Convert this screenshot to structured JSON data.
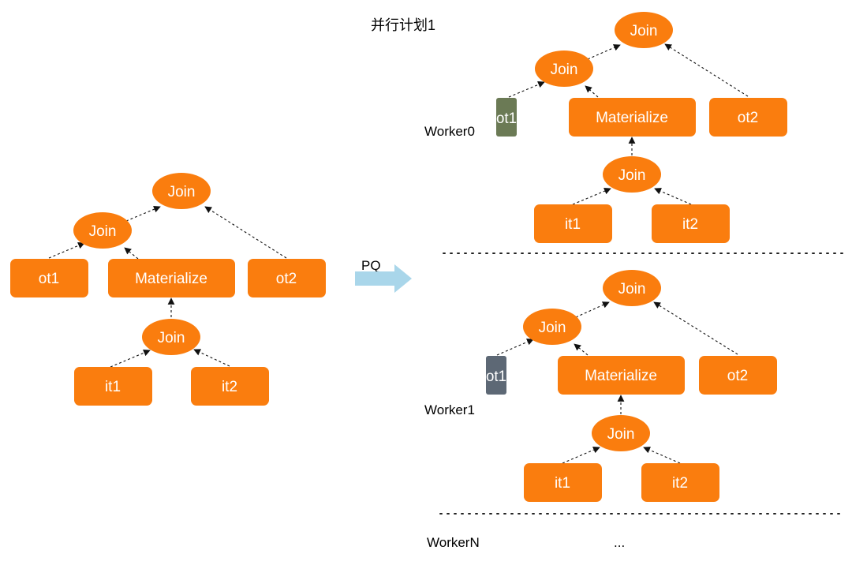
{
  "title": "并行计划1",
  "arrow_label": "PQ",
  "original_plan": {
    "join_top": "Join",
    "join_mid": "Join",
    "join_low": "Join",
    "ot1": "ot1",
    "materialize": "Materialize",
    "ot2": "ot2",
    "it1": "it1",
    "it2": "it2"
  },
  "workers": [
    {
      "label": "Worker0",
      "join_top": "Join",
      "join_mid": "Join",
      "join_low": "Join",
      "ot1": "ot1",
      "materialize": "Materialize",
      "ot2": "ot2",
      "it1": "it1",
      "it2": "it2"
    },
    {
      "label": "Worker1",
      "join_top": "Join",
      "join_mid": "Join",
      "join_low": "Join",
      "ot1": "ot1",
      "materialize": "Materialize",
      "ot2": "ot2",
      "it1": "it1",
      "it2": "it2"
    }
  ],
  "last_worker": {
    "label": "WorkerN",
    "ellipsis": "..."
  },
  "colors": {
    "node_orange": "#fa7d0e",
    "ot1_worker0": "#6b7a55",
    "ot1_worker1": "#5d6875",
    "arrow_fill": "#a9d6ea"
  }
}
